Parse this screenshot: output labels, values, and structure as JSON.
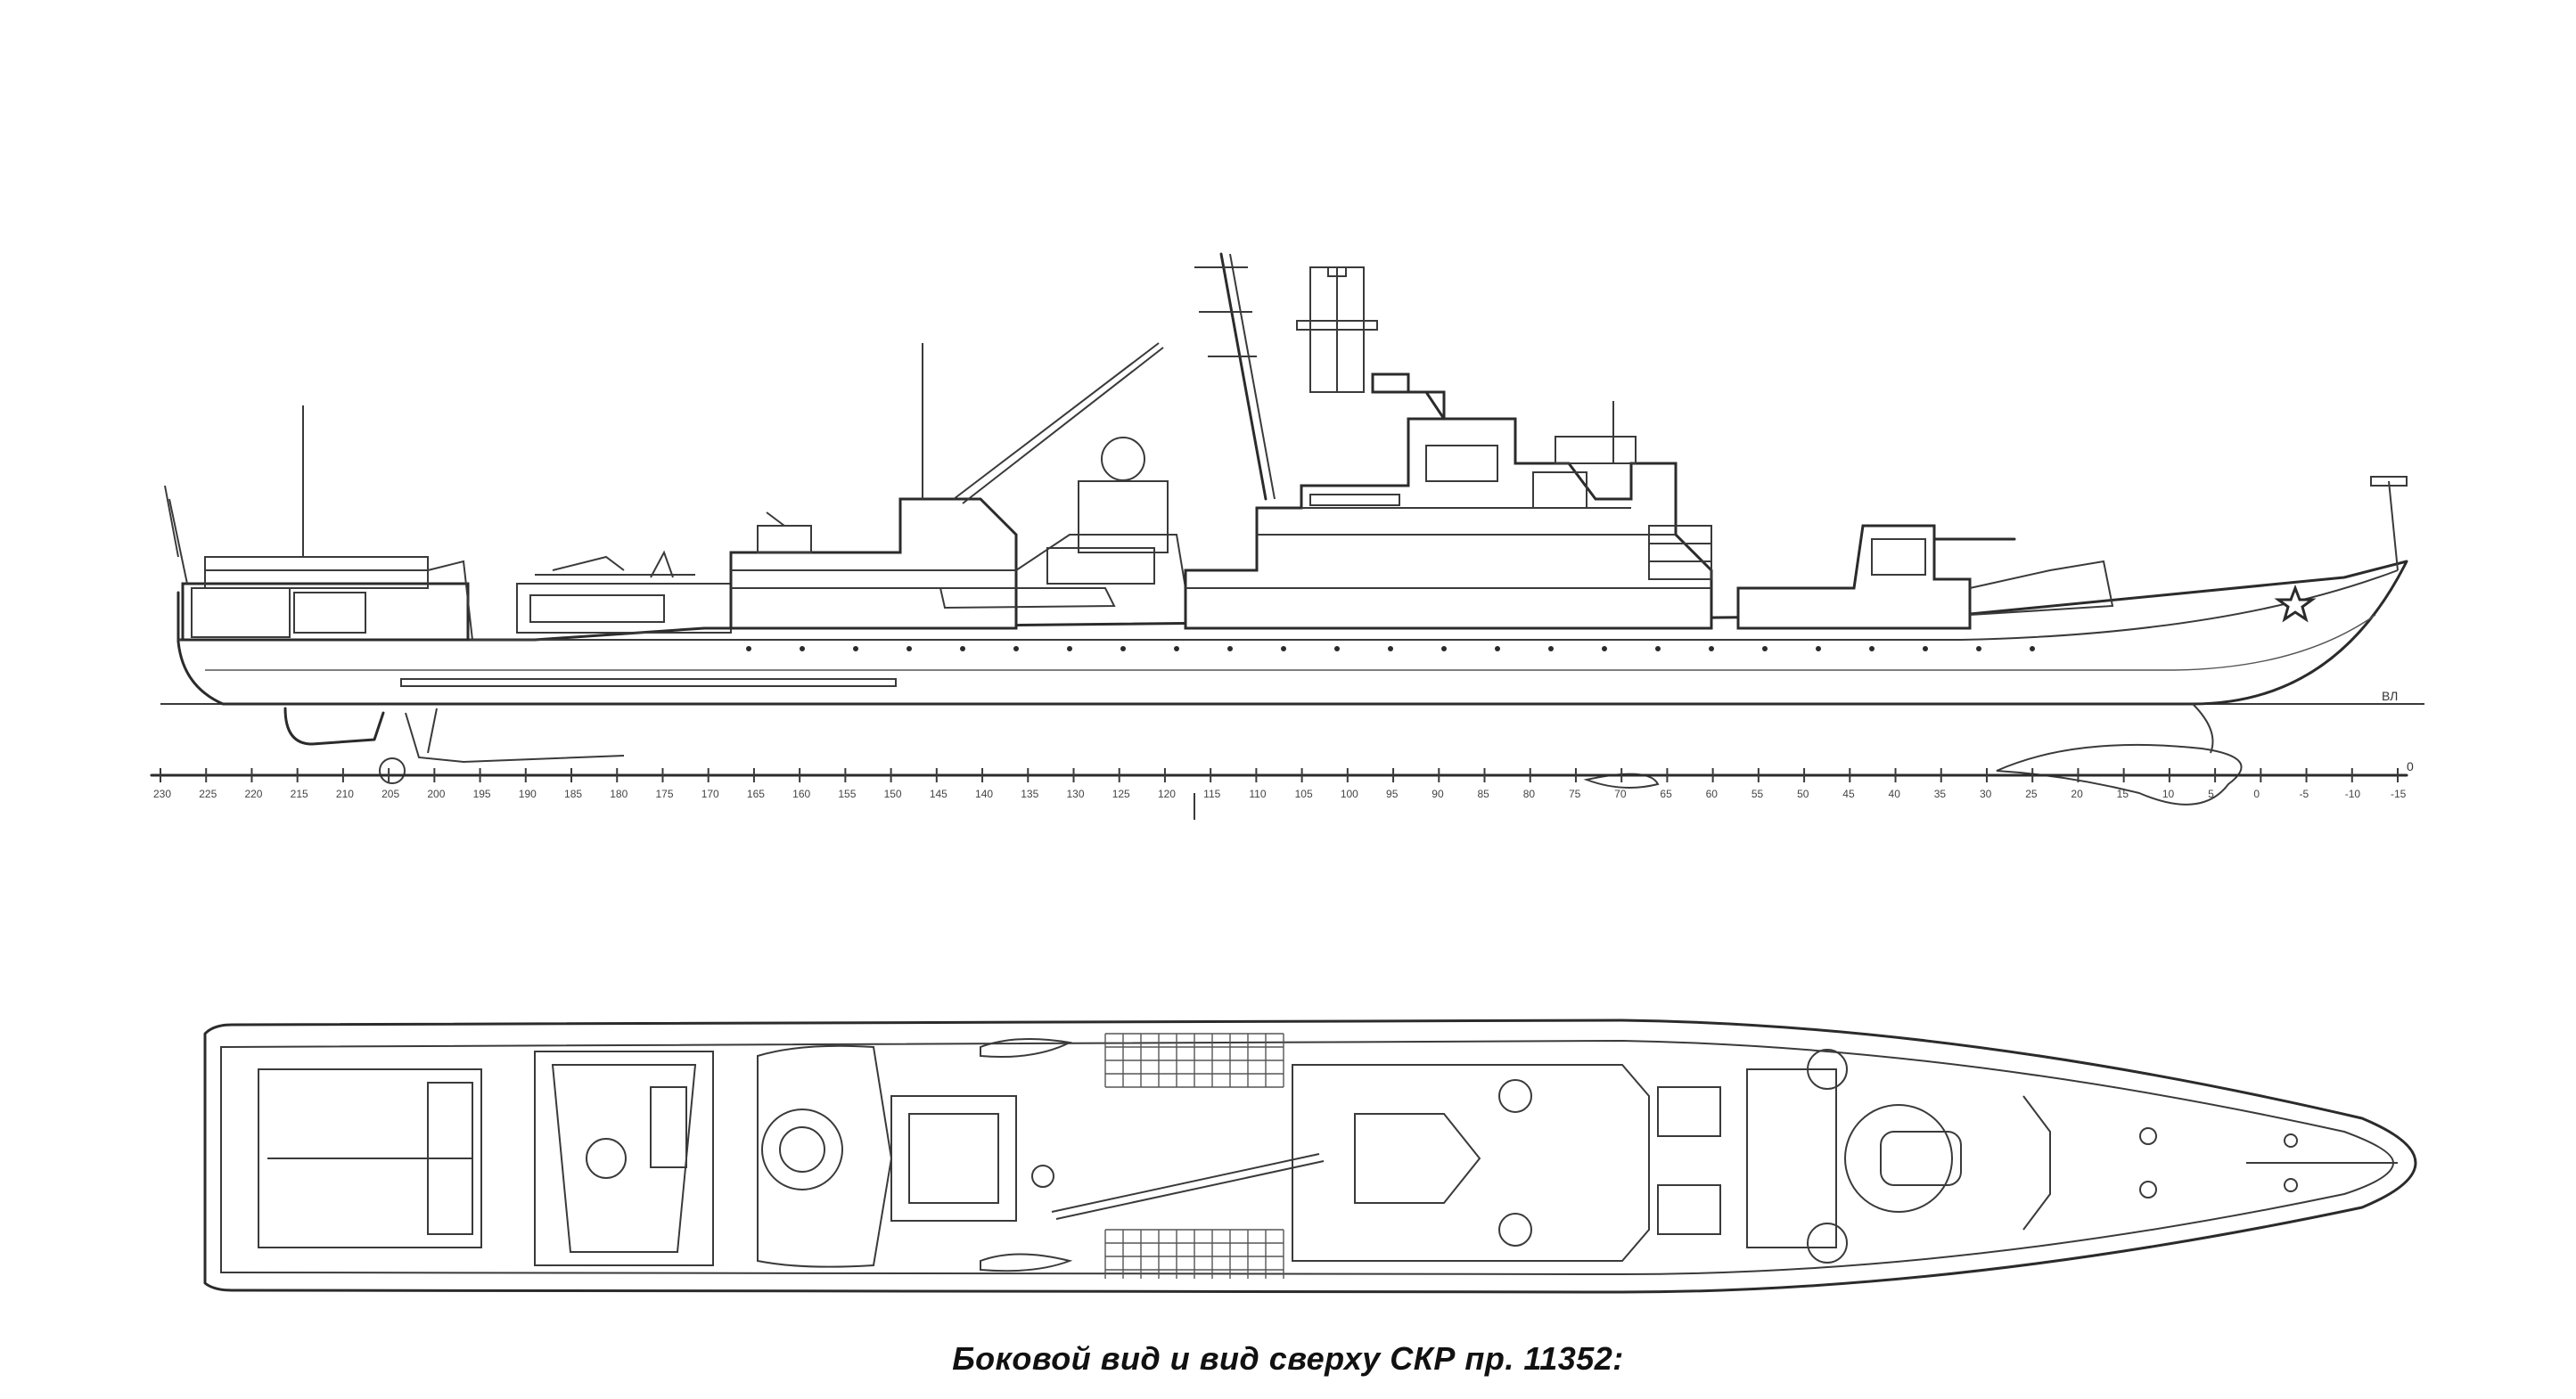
{
  "caption": "Боковой вид и вид сверху СКР пр. 11352:",
  "side_view": {
    "waterline_label": "ВЛ",
    "scale_bar_label": "0",
    "station_ticks": [
      "230",
      "225",
      "220",
      "215",
      "210",
      "205",
      "200",
      "195",
      "190",
      "185",
      "180",
      "175",
      "170",
      "165",
      "160",
      "155",
      "150",
      "145",
      "140",
      "135",
      "130",
      "125",
      "120",
      "115",
      "110",
      "105",
      "100",
      "95",
      "90",
      "85",
      "80",
      "75",
      "70",
      "65",
      "60",
      "55",
      "50",
      "45",
      "40",
      "35",
      "30",
      "25",
      "20",
      "15",
      "10",
      "5",
      "0",
      "-5",
      "-10",
      "-15"
    ]
  },
  "colors": {
    "ink": "#2b2b2b",
    "paper": "#ffffff"
  },
  "icons": [
    "star-emblem-icon"
  ]
}
